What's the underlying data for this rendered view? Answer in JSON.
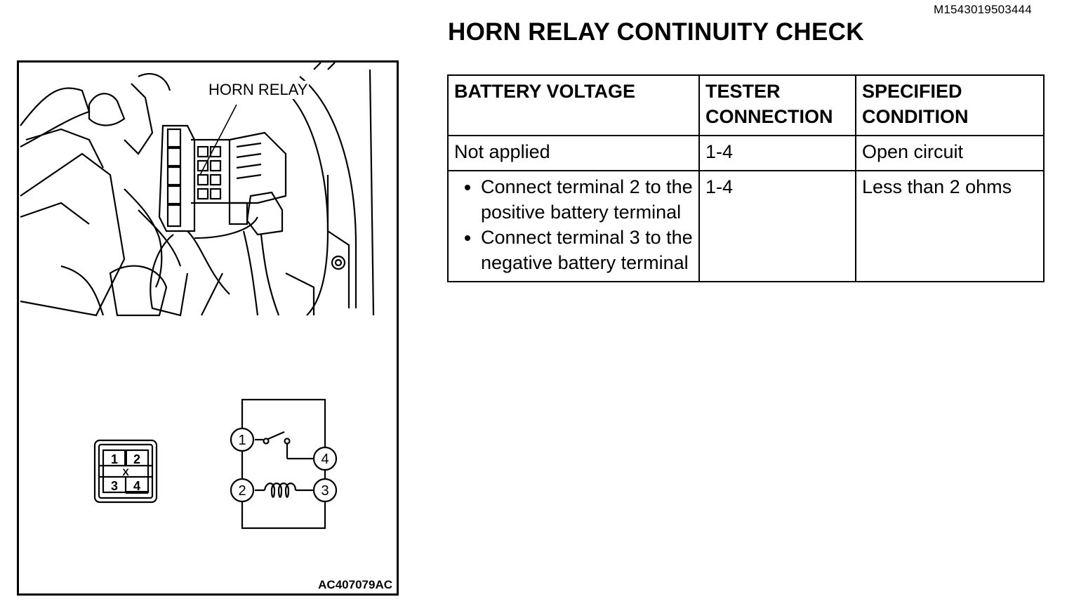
{
  "document_id": "M1543019503444",
  "title": "HORN RELAY CONTINUITY CHECK",
  "figure": {
    "callout_label": "HORN RELAY",
    "figure_code": "AC407079AC",
    "connector_pins": [
      "1",
      "2",
      "3",
      "4"
    ],
    "connector_marker": "X",
    "circuit_terminals": [
      "1",
      "2",
      "3",
      "4"
    ]
  },
  "table": {
    "headers": {
      "battery_voltage": "BATTERY VOLTAGE",
      "tester_connection": "TESTER CONNECTION",
      "specified_condition": "SPECIFIED CONDITION"
    },
    "rows": [
      {
        "battery_voltage": "Not applied",
        "tester_connection": "1-4",
        "specified_condition": "Open circuit"
      },
      {
        "battery_voltage_items": [
          "Connect terminal 2 to the positive battery terminal",
          "Connect terminal 3 to the negative battery terminal"
        ],
        "tester_connection": "1-4",
        "specified_condition": "Less than 2 ohms"
      }
    ]
  }
}
